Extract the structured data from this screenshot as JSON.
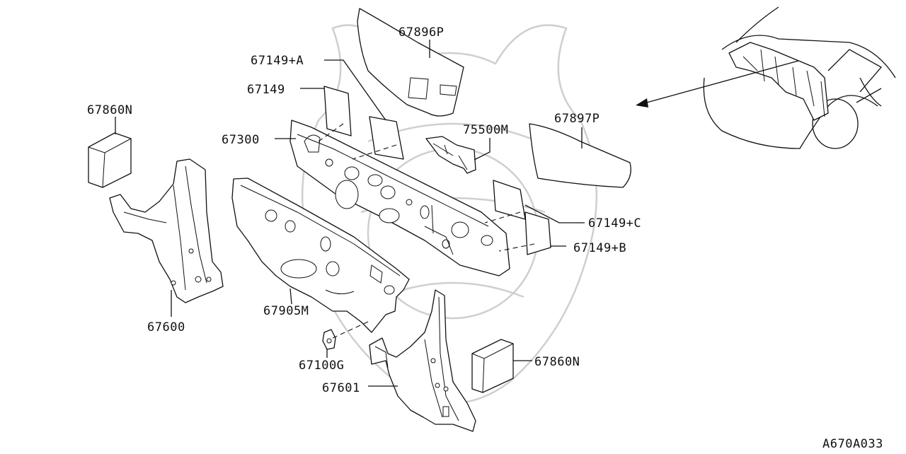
{
  "labels": {
    "p67896P": "67896P",
    "p67149A": "67149+A",
    "p67149": "67149",
    "p67860N_left": "67860N",
    "p67300": "67300",
    "p75500M": "75500M",
    "p67897P": "67897P",
    "p67149C": "67149+C",
    "p67149B": "67149+B",
    "p67600": "67600",
    "p67905M": "67905M",
    "p67100G": "67100G",
    "p67601": "67601",
    "p67860N_right": "67860N"
  },
  "figure_code": "A670A033"
}
